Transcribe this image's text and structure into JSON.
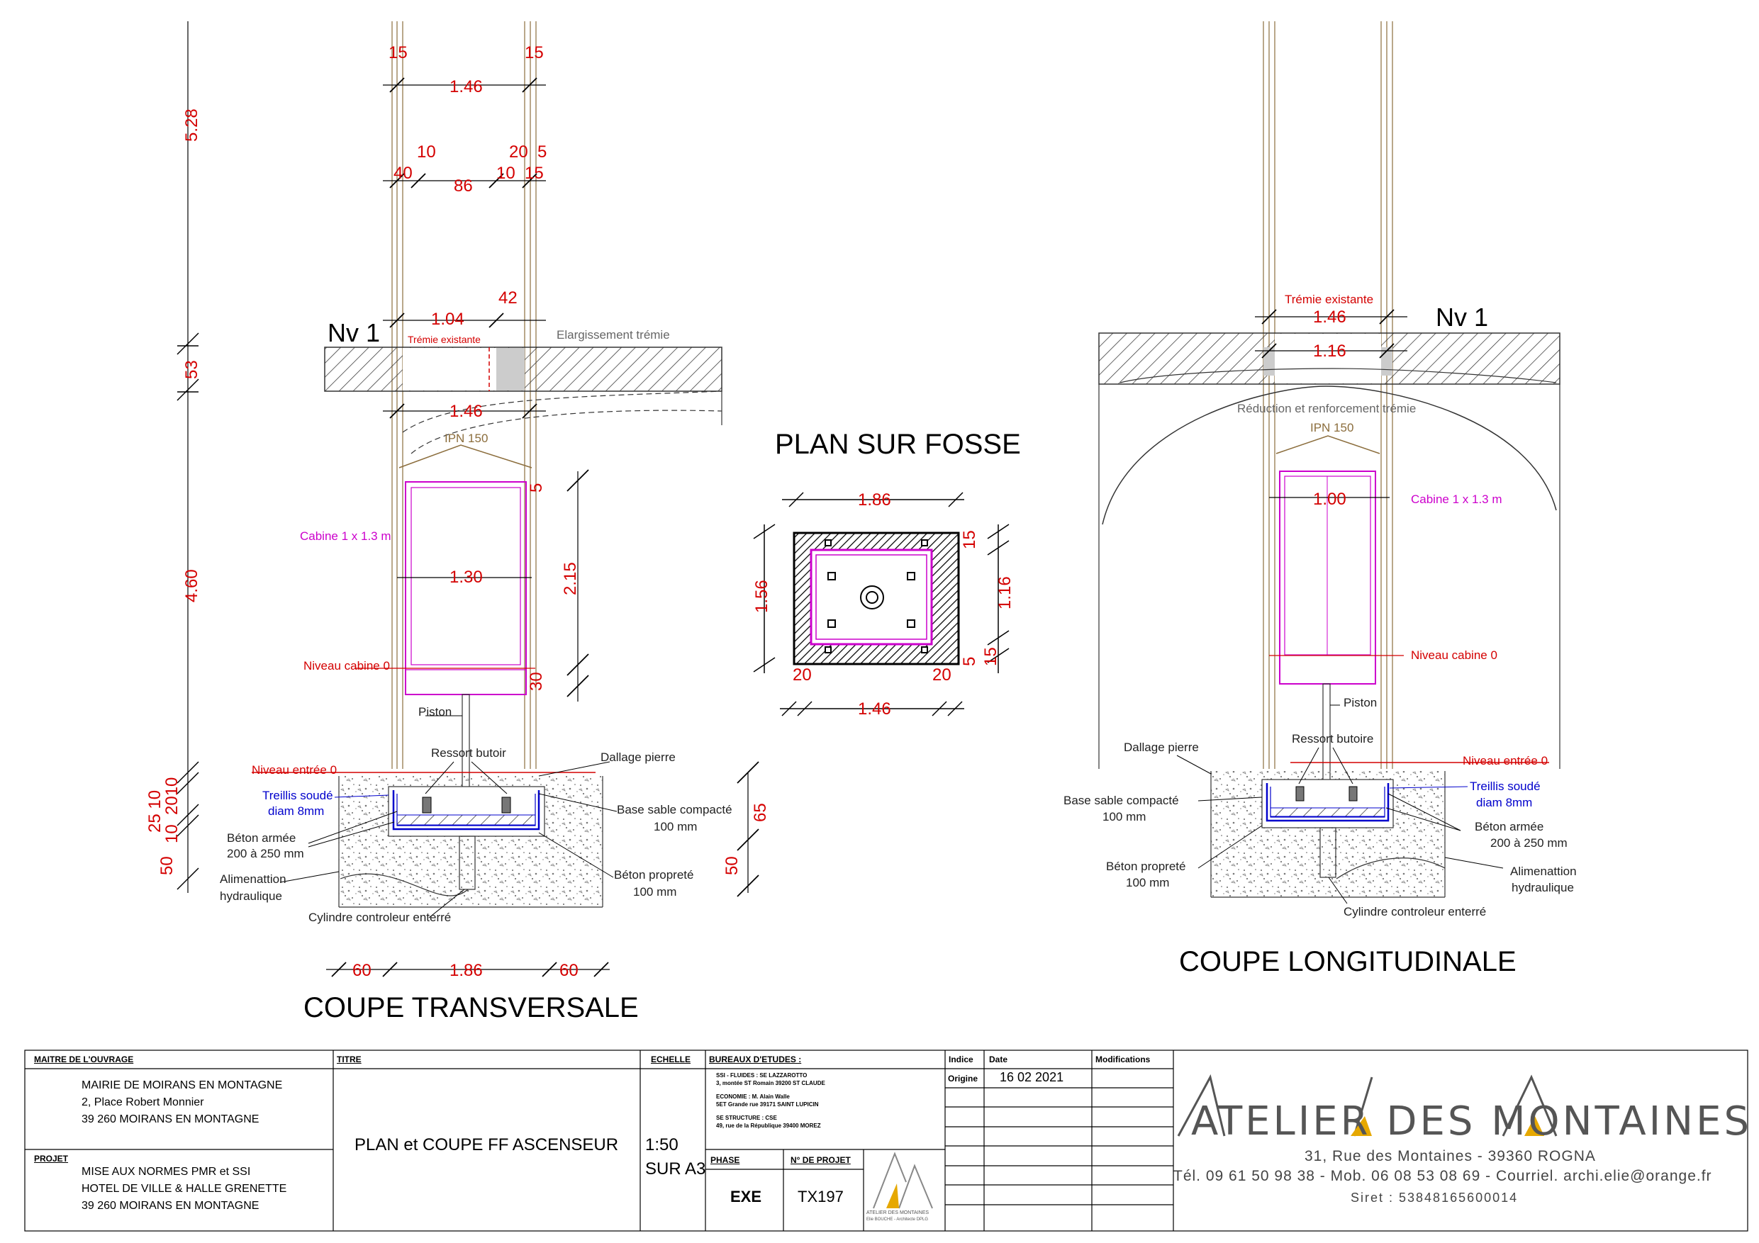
{
  "sections": {
    "transversale": {
      "title": "COUPE TRANSVERSALE",
      "level": "Nv 1",
      "labels": {
        "tremie": "Trémie existante",
        "elargissement": "Elargissement trémie",
        "ipn": "IPN 150",
        "cabine": "Cabine 1 x 1.3 m",
        "niveau_cabine": "Niveau cabine 0",
        "piston": "Piston",
        "ressort": "Ressort butoir",
        "niveau_entree": "Niveau entrée 0",
        "dallage": "Dallage pierre",
        "treillis1": "Treillis soudé",
        "treillis2": "diam 8mm",
        "base1": "Base sable compacté",
        "base2": "100 mm",
        "beton1": "Béton armée",
        "beton2": "200 à 250 mm",
        "proprete1": "Béton propreté",
        "proprete2": "100 mm",
        "alim1": "Alimenattion",
        "alim2": "hydraulique",
        "cylindre": "Cylindre controleur enterré"
      },
      "dims": {
        "d15a": "15",
        "d15b": "15",
        "d146a": "1.46",
        "d10": "10",
        "d20": "20",
        "d5": "5",
        "d40": "40",
        "d86": "86",
        "d10b": "10",
        "d15c": "15",
        "d528": "5.28",
        "d104": "1.04",
        "d42": "42",
        "d53": "53",
        "d146b": "1.46",
        "d460": "4.60",
        "d130": "1.30",
        "d5b": "5",
        "d215": "2.15",
        "d30": "30",
        "d2510": "25 10",
        "d2010": "2010",
        "d10c": "10",
        "d50": "50",
        "d65": "65",
        "d50b": "50",
        "d60a": "60",
        "d186": "1.86",
        "d60b": "60"
      }
    },
    "fosse": {
      "title": "PLAN SUR FOSSE",
      "dims": {
        "top": "1.86",
        "left": "1.56",
        "r15": "15",
        "r116": "1.16",
        "r5": "5",
        "r15b": "15",
        "b20a": "20",
        "b20b": "20",
        "bottom": "1.46"
      }
    },
    "longitudinale": {
      "title": "COUPE LONGITUDINALE",
      "level": "Nv 1",
      "labels": {
        "tremie": "Trémie existante",
        "reduction": "Réduction et renforcement trémie",
        "ipn": "IPN 150",
        "cabine": "Cabine 1 x 1.3 m",
        "niveau_cabine": "Niveau cabine 0",
        "piston": "Piston",
        "ressort": "Ressort butoire",
        "niveau_entree": "Niveau entrée 0",
        "dallage": "Dallage pierre",
        "base1": "Base sable compacté",
        "base2": "100 mm",
        "treillis1": "Treillis soudé",
        "treillis2": "diam 8mm",
        "beton1": "Béton armée",
        "beton2": "200 à 250 mm",
        "proprete1": "Béton propreté",
        "proprete2": "100 mm",
        "alim1": "Alimenattion",
        "alim2": "hydraulique",
        "cylindre": "Cylindre controleur enterré"
      },
      "dims": {
        "d146": "1.46",
        "d116": "1.16",
        "d100": "1.00"
      }
    }
  },
  "titleblock": {
    "maitre_header": "MAITRE DE L'OUVRAGE",
    "maitre_lines": [
      "MAIRIE DE MOIRANS EN MONTAGNE",
      "2, Place Robert Monnier",
      "39 260 MOIRANS EN MONTAGNE"
    ],
    "projet_header": "PROJET",
    "projet_lines": [
      "MISE AUX NORMES  PMR et SSI",
      "HOTEL DE VILLE & HALLE GRENETTE",
      "39 260 MOIRANS EN MONTAGNE"
    ],
    "titre_header": "TITRE",
    "titre": "PLAN et COUPE FF ASCENSEUR",
    "echelle_header": "ECHELLE",
    "echelle1": "1:50",
    "echelle2": "SUR A3",
    "bureaux_header": "BUREAUX D'ETUDES :",
    "bureaux_lines": [
      "SSI - FLUIDES : SE LAZZAROTTO",
      "3, montée ST Romain 39200 ST CLAUDE",
      "ECONOMIE : M. Alain Walle",
      "5ET Grande rue 39171 SAINT LUPICIN",
      "SE STRUCTURE : CSE",
      "49, rue de la République 39400 MOREZ"
    ],
    "phase_header": "PHASE",
    "phase": "EXE",
    "projet_no_header": "N° DE PROJET",
    "projet_no": "TX197",
    "logo_small_text1": "ATELIER DES MONTAINES",
    "logo_small_text2": "Elie BOUCHE - Architecte DPLG",
    "indice_header": "Indice",
    "date_header": "Date",
    "modif_header": "Modifications",
    "origine": "Origine",
    "date": "16 02 2021",
    "company": "ATELIER DES MONTAINES",
    "address": "31, Rue des Montaines - 39360 ROGNA",
    "contact": "Tél. 09 61 50 98 38 - Mob. 06 08 53 08 69 - Courriel. archi.elie@orange.fr",
    "siret": "Siret : 53848165600014"
  }
}
